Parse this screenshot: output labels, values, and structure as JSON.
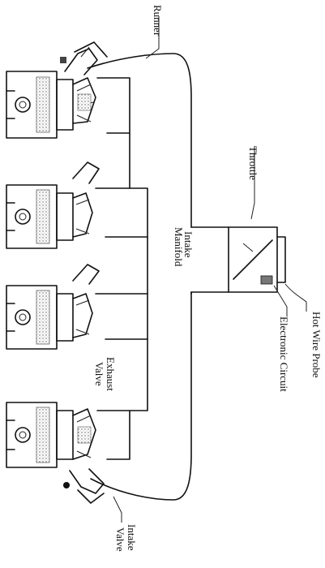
{
  "labels": {
    "runner": "Runner",
    "throttle": "Throttle",
    "intake_manifold_1": "Intake",
    "intake_manifold_2": "Manifold",
    "hot_wire_probe": "Hot Wire Probe",
    "electronic_circuit": "Electronic Circuit",
    "exhaust_valve_1": "Exhaust",
    "exhaust_valve_2": "Valve",
    "intake_valve_1": "Intake",
    "intake_valve_2": "Valve"
  }
}
